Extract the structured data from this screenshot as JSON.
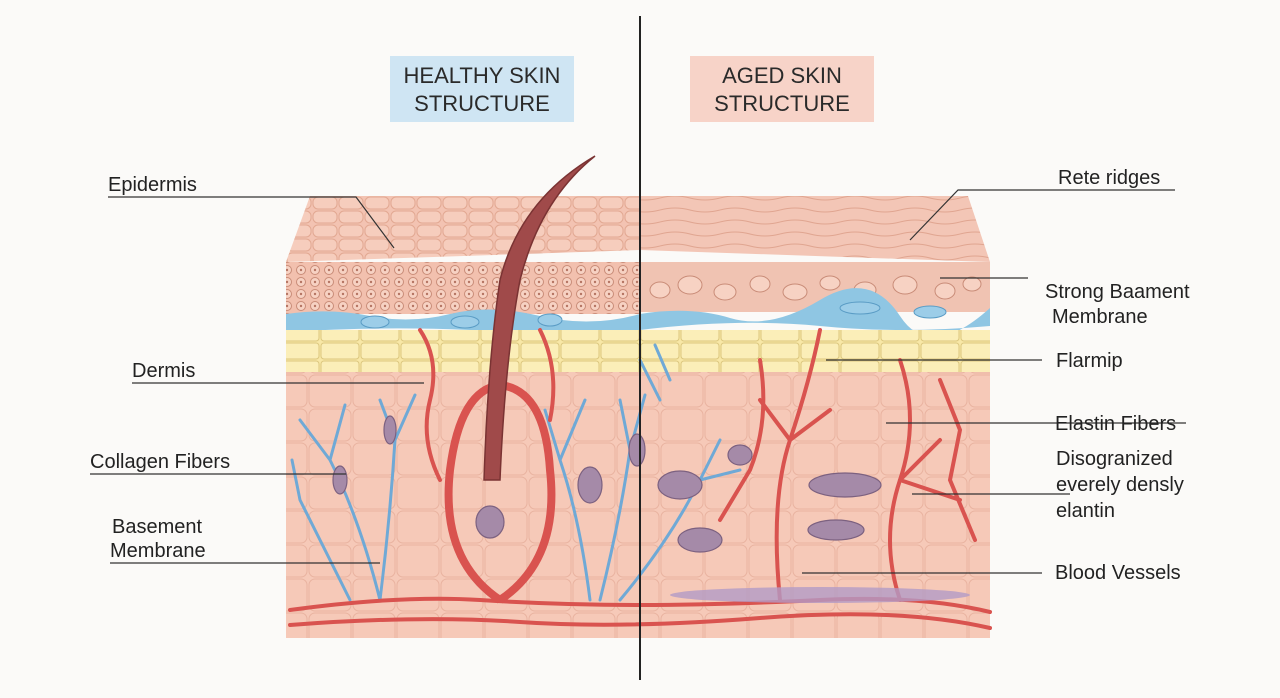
{
  "titles": {
    "healthy": [
      "HEALTHY SKIN",
      "STRUCTURE"
    ],
    "aged": [
      "AGED SKIN",
      "STRUCTURE"
    ]
  },
  "labels_left": {
    "epidermis": "Epidermis",
    "dermis": "Dermis",
    "collagen": "Collagen Fibers",
    "basement": [
      "Basement",
      "Membrane"
    ]
  },
  "labels_right": {
    "rete": "Rete ridges",
    "strong": [
      "Strong Baament",
      "Membrane"
    ],
    "flarmip": "Flarmip",
    "elastin": "Elastin Fibers",
    "disorganized": [
      "Disogranized",
      "everely densly",
      "elantin"
    ],
    "blood": "Blood Vessels"
  },
  "colors": {
    "epidermis": "#f3c3b2",
    "basement_membrane": "#8fc6e3",
    "fat_layer": "#f8e7a6",
    "dermis": "#f6c9b8",
    "blood_vessel": "#d9534f",
    "collagen_fiber": "#6fa9d6",
    "divider": "#222222",
    "healthy_title_bg": "#cfe5f3",
    "aged_title_bg": "#f7d3c8"
  }
}
